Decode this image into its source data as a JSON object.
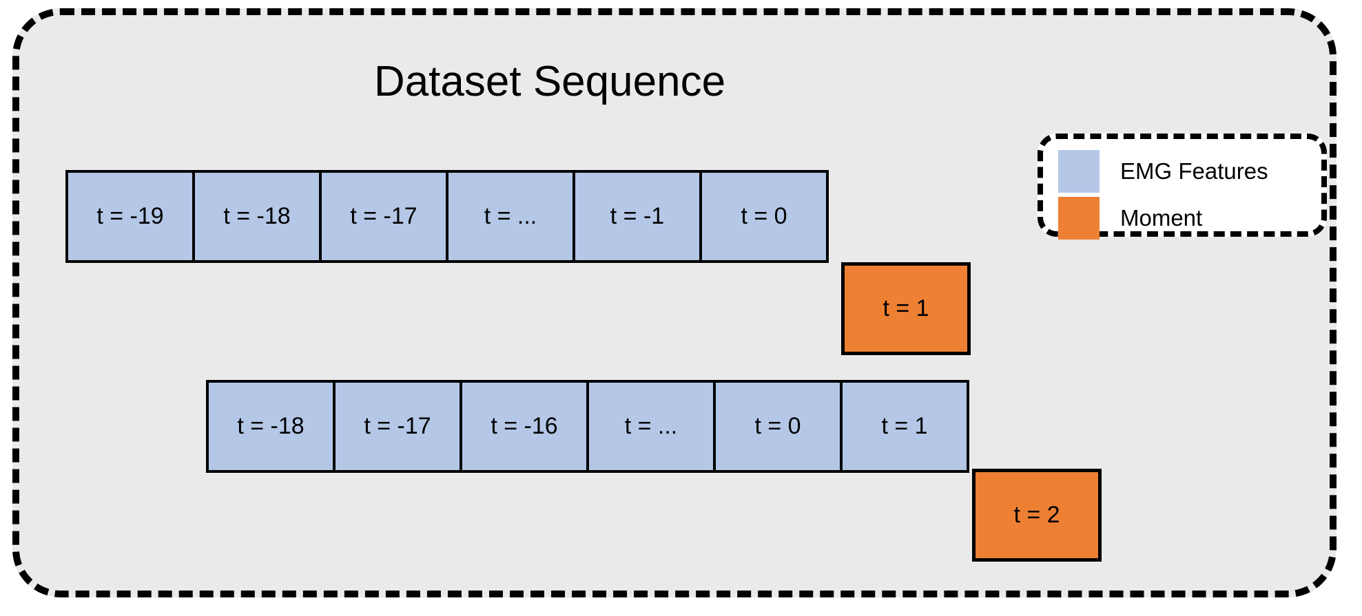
{
  "panel": {
    "title": "Dataset Sequence",
    "background_color": "#eaeaea",
    "border_color": "#000000"
  },
  "legend": {
    "items": [
      {
        "label": "EMG Features",
        "color": "#b4c7e7",
        "swatch_name": "emg-features-swatch"
      },
      {
        "label": "Moment",
        "color": "#ed8033",
        "swatch_name": "moment-swatch"
      }
    ]
  },
  "colors": {
    "feature_blue": "#b4c7e7",
    "moment_orange": "#ed8033",
    "panel_gray": "#eaeaea",
    "outline_black": "#000000"
  },
  "sequences": [
    {
      "name": "sequence-row-1",
      "features": [
        {
          "label": "t = -19"
        },
        {
          "label": "t = -18"
        },
        {
          "label": "t = -17"
        },
        {
          "label": "t = ..."
        },
        {
          "label": "t = -1"
        },
        {
          "label": "t = 0"
        }
      ],
      "moment": {
        "label": "t = 1"
      }
    },
    {
      "name": "sequence-row-2",
      "features": [
        {
          "label": "t = -18"
        },
        {
          "label": "t = -17"
        },
        {
          "label": "t = -16"
        },
        {
          "label": "t = ..."
        },
        {
          "label": "t = 0"
        },
        {
          "label": "t = 1"
        }
      ],
      "moment": {
        "label": "t = 2"
      }
    }
  ]
}
